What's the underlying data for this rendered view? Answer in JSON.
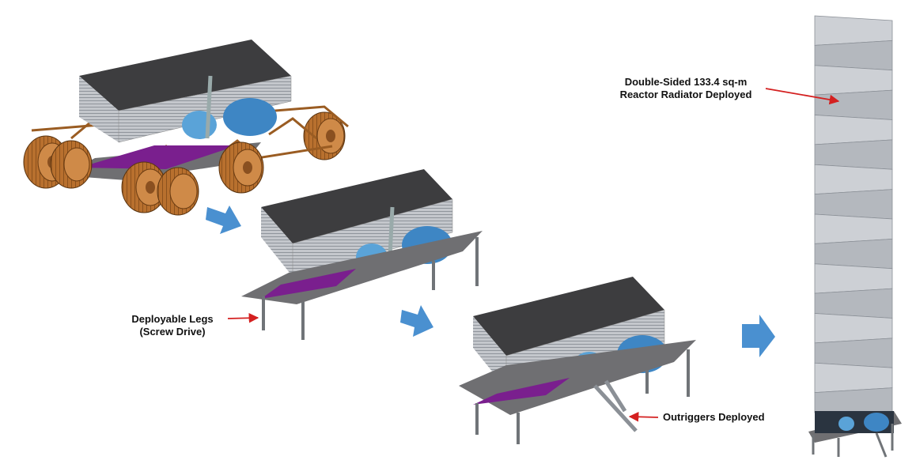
{
  "labels": {
    "radiator_line1": "Double-Sided 133.4 sq-m",
    "radiator_line2": "Reactor Radiator Deployed",
    "legs_line1": "Deployable Legs",
    "legs_line2": "(Screw Drive)",
    "outriggers": "Outriggers Deployed"
  },
  "colors": {
    "arrow_blue": "#4a90d0",
    "callout_red": "#d42020",
    "wheel_bronze": "#b8702e",
    "purple_tray": "#7a1f8e",
    "reactor_blue": "#3e86c4",
    "radiator_gray": "#c9ccd1"
  },
  "icons": [
    "arrow-right-icon",
    "callout-arrow-icon"
  ]
}
